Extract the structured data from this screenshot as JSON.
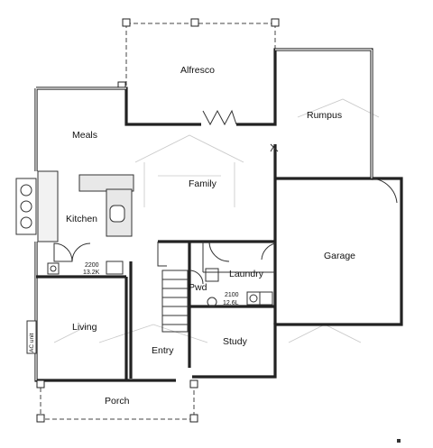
{
  "rooms": {
    "alfresco": "Alfresco",
    "rumpus": "Rumpus",
    "meals": "Meals",
    "family": "Family",
    "kitchen": "Kitchen",
    "garage": "Garage",
    "laundry": "Laundry",
    "pwd": "Pwd",
    "living": "Living",
    "entry": "Entry",
    "study": "Study",
    "porch": "Porch"
  },
  "dimensions": {
    "kitchen_top": "2200",
    "kitchen_bottom": "13.2K",
    "laundry_top": "2100",
    "laundry_bottom": "12.6L"
  },
  "labels": {
    "ac_unit": "AC unit"
  }
}
